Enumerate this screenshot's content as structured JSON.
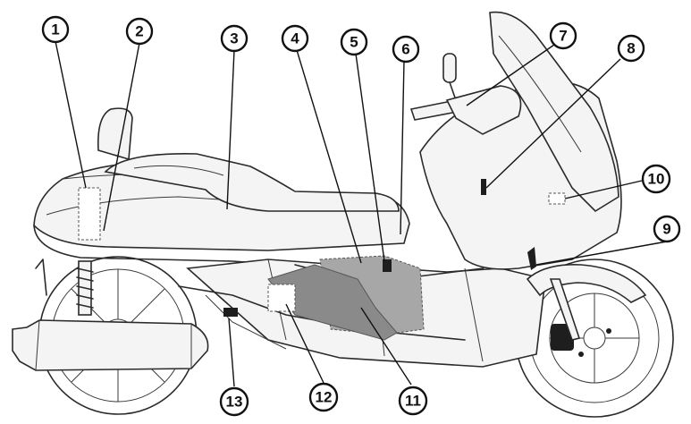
{
  "callouts": [
    {
      "label": "1"
    },
    {
      "label": "2"
    },
    {
      "label": "3"
    },
    {
      "label": "4"
    },
    {
      "label": "5"
    },
    {
      "label": "6"
    },
    {
      "label": "7"
    },
    {
      "label": "8"
    },
    {
      "label": "9"
    },
    {
      "label": "10"
    },
    {
      "label": "11"
    },
    {
      "label": "12"
    },
    {
      "label": "13"
    }
  ],
  "colors": {
    "ink": "#111111",
    "shade": "#8a8a8a",
    "background": "#ffffff"
  }
}
